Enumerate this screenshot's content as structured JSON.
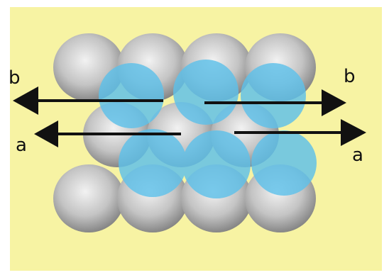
{
  "labels": {
    "b_left": "b",
    "a_left": "a",
    "b_right": "b",
    "a_right": "a"
  },
  "colors": {
    "background": "#f7f3a3",
    "gray_atom": "#b9b9b9",
    "blue_atom": "#63c3eb",
    "arrow": "#111111"
  }
}
